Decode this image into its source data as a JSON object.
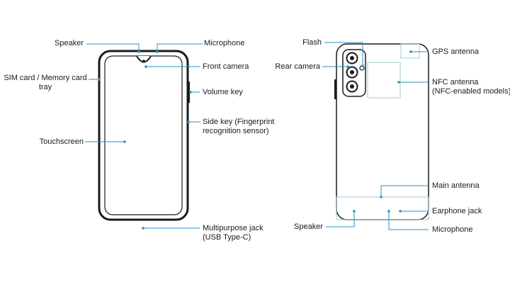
{
  "front": {
    "speaker": "Speaker",
    "microphone": "Microphone",
    "front_camera": "Front camera",
    "sim_tray_line1": "SIM card / Memory card",
    "sim_tray_line2": "tray",
    "volume_key": "Volume key",
    "side_key_line1": "Side key (Fingerprint",
    "side_key_line2": "recognition sensor)",
    "touchscreen": "Touchscreen",
    "multipurpose_jack_line1": "Multipurpose jack",
    "multipurpose_jack_line2": "(USB Type-C)"
  },
  "back": {
    "flash": "Flash",
    "rear_camera": "Rear camera",
    "gps_antenna": "GPS antenna",
    "nfc_antenna_line1": "NFC antenna",
    "nfc_antenna_line2": "(NFC-enabled models)",
    "main_antenna": "Main antenna",
    "earphone_jack": "Earphone jack",
    "speaker": "Speaker",
    "microphone": "Microphone"
  },
  "colors": {
    "leader_line": "#2a8ec9",
    "phone_outline": "#1a1a1a",
    "antenna_area": "#9fc9d6"
  }
}
